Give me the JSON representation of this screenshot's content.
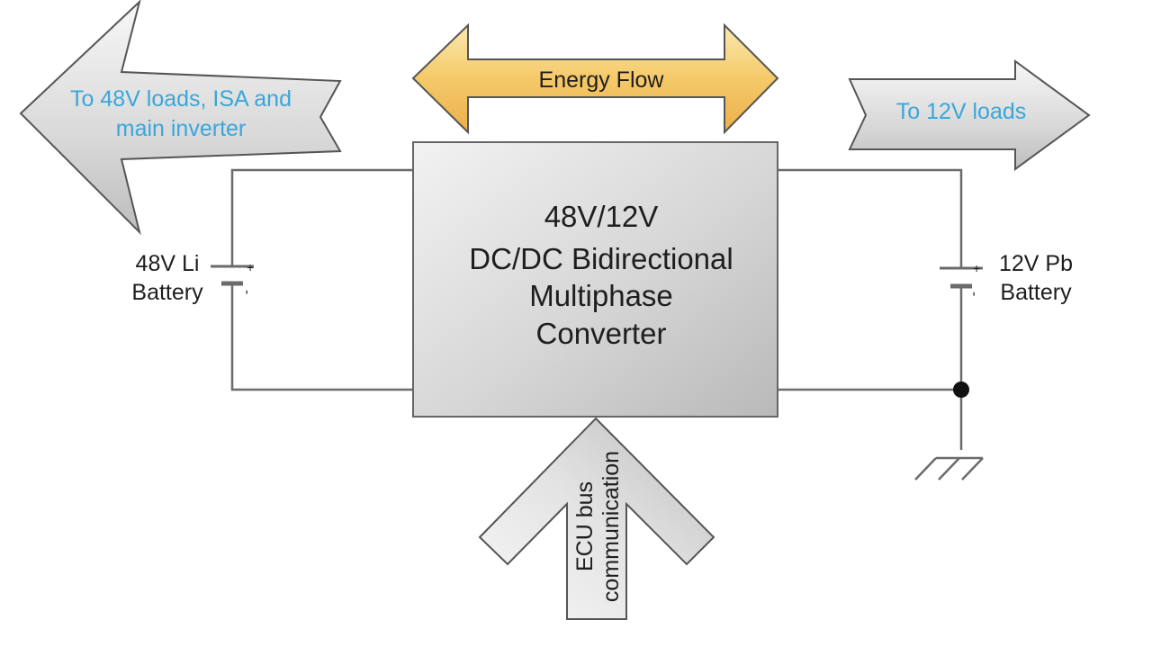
{
  "converter": {
    "lines": [
      "48V/12V",
      "DC/DC Bidirectional",
      "Multiphase",
      "Converter"
    ]
  },
  "energy_flow": {
    "label": "Energy Flow"
  },
  "left_arrow": {
    "lines": [
      "To 48V loads, ISA and",
      "main inverter"
    ]
  },
  "right_arrow": {
    "label": "To 12V loads"
  },
  "ecu_arrow": {
    "lines": [
      "ECU bus",
      "communication"
    ]
  },
  "battery_48v": {
    "lines": [
      "48V Li",
      "Battery"
    ],
    "plus": "+",
    "minus": "-"
  },
  "battery_12v": {
    "lines": [
      "12V Pb",
      "Battery"
    ],
    "plus": "+",
    "minus": "-"
  },
  "colors": {
    "label_blue": "#3aa6d9",
    "energy_flow_gold": "#f2c15a",
    "arrow_gray": "#d4d4d4",
    "box_gray": "#d9d9d9",
    "wire": "#6b6b6b"
  }
}
